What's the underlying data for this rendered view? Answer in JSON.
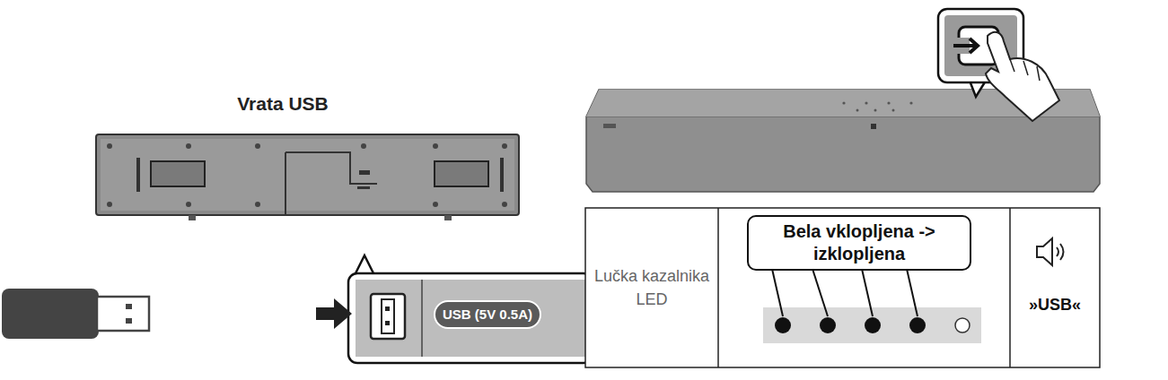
{
  "diagram": {
    "nodes": [
      {
        "text": [
          "USB (5V 0.5A)"
        ]
      },
      {
        "text": [
          "Bela vklopljena -> izklopljena"
        ]
      }
    ],
    "labels": [
      "Vrata USB",
      "Lučka kazalnika LED",
      "»USB«"
    ]
  }
}
